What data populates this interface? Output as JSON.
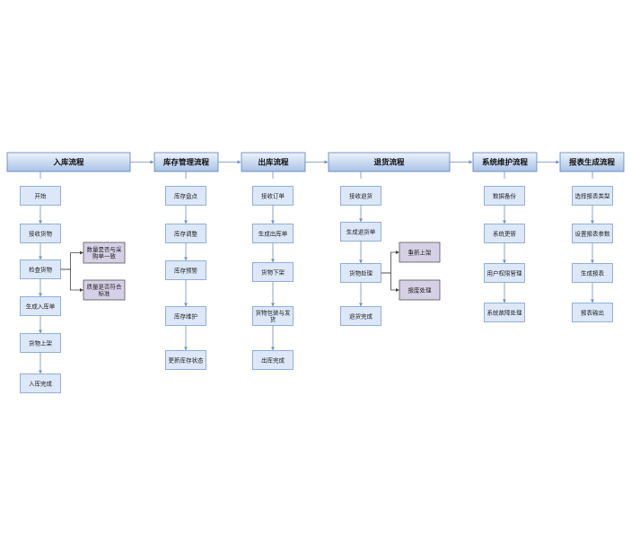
{
  "colors": {
    "header_top": "#eef3fb",
    "header_bottom": "#a9c2e8",
    "step_fill": "#dce8f8",
    "side_fill": "#d6d0e6",
    "line": "#6f8fc0"
  },
  "lanes": [
    {
      "id": "inbound",
      "title": "入库流程",
      "steps": [
        "开始",
        "接收货物",
        "检查货物",
        "生成入库单",
        "货物上架",
        "入库完成"
      ],
      "side": [
        {
          "from": 2,
          "lines": [
            "数量是否与采",
            "购单一致"
          ]
        },
        {
          "from": 2,
          "lines": [
            "质量是否符合",
            "标准"
          ]
        }
      ]
    },
    {
      "id": "inventory",
      "title": "库存管理流程",
      "steps": [
        "库存盘点",
        "库存调整",
        "库存预警",
        "库存维护",
        "更新库存状态"
      ],
      "side": []
    },
    {
      "id": "outbound",
      "title": "出库流程",
      "steps": [
        "接收订单",
        "生成出库单",
        "货物下架",
        [
          "货物包装与发",
          "货"
        ],
        "出库完成"
      ],
      "side": []
    },
    {
      "id": "returns",
      "title": "退货流程",
      "steps": [
        "接收退货",
        "生成退货单",
        "货物处理",
        "退货完成"
      ],
      "side": [
        {
          "from": 2,
          "lines": [
            "重新上架"
          ]
        },
        {
          "from": 2,
          "lines": [
            "报废处理"
          ]
        }
      ]
    },
    {
      "id": "maintenance",
      "title": "系统维护流程",
      "steps": [
        "数据备份",
        "系统更新",
        "用户权限管理",
        "系统故障处理"
      ],
      "side": []
    },
    {
      "id": "report",
      "title": "报表生成流程",
      "steps": [
        "选择报表类型",
        "设置报表参数",
        "生成报表",
        "报表输出"
      ],
      "side": []
    }
  ]
}
